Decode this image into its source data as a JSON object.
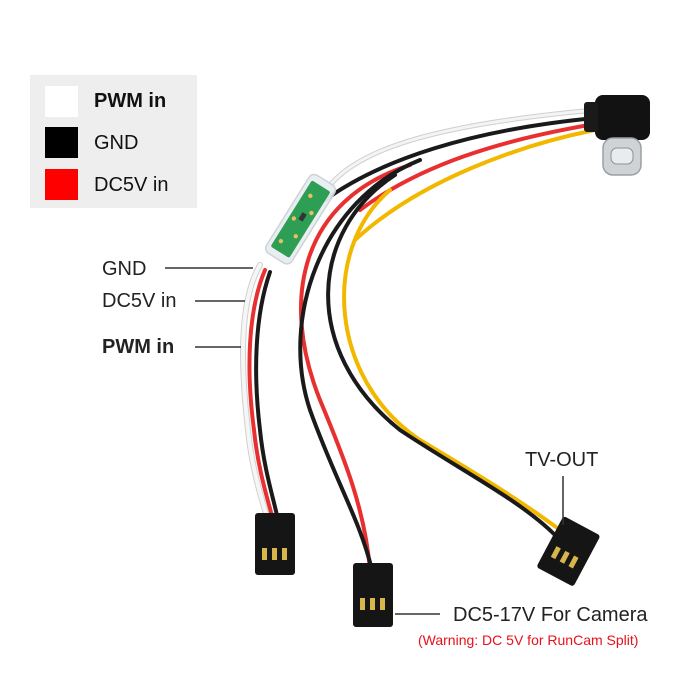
{
  "legend": {
    "items": [
      {
        "label": "PWM in",
        "color": "#ffffff",
        "bold": true
      },
      {
        "label": "GND",
        "color": "#000000",
        "bold": false
      },
      {
        "label": "DC5V in",
        "color": "#ff0000",
        "bold": false
      }
    ]
  },
  "callouts": {
    "gnd": "GND",
    "dc5v": "DC5V in",
    "pwm": "PWM in",
    "tvout": "TV-OUT",
    "camera": "DC5-17V For Camera",
    "warning": "(Warning: DC 5V for RunCam Split)"
  },
  "colors": {
    "white_wire": "#f2f2f2",
    "black_wire": "#1a1a1a",
    "red_wire": "#e83030",
    "yellow_wire": "#f2b800",
    "pcb": "#2e9e55",
    "warning": "#e8101a",
    "legend_bg": "#eeeeee"
  },
  "icons": [
    "servo-connector-icon",
    "usb-type-c-plug-icon",
    "pcb-board-icon"
  ]
}
